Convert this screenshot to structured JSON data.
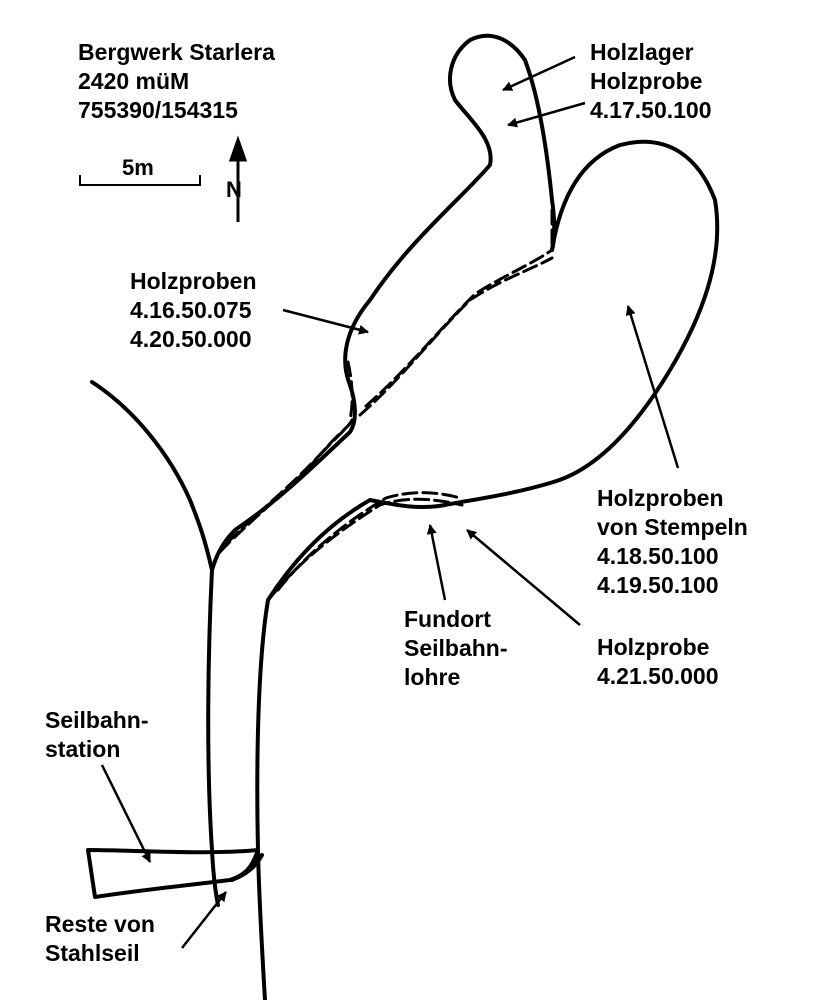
{
  "header": {
    "lines": [
      "Bergwerk Starlera",
      "2420 müM",
      "755390/154315"
    ]
  },
  "scale": {
    "label": "5m"
  },
  "north": {
    "label": "N"
  },
  "labels": {
    "holzlager": [
      "Holzlager",
      "Holzprobe",
      "4.17.50.100"
    ],
    "holzproben": [
      "Holzproben",
      "4.16.50.075",
      "4.20.50.000"
    ],
    "stempeln": [
      "Holzproben",
      "von Stempeln",
      "4.18.50.100",
      "4.19.50.100"
    ],
    "fundort": [
      "Fundort",
      "Seilbahn-",
      "lohre"
    ],
    "holzprobe": [
      "Holzprobe",
      "4.21.50.000"
    ],
    "seilbahnstation": [
      "Seilbahn-",
      "station"
    ],
    "reste": [
      "Reste von",
      "Stahlseil"
    ]
  },
  "colors": {
    "ink": "#000000",
    "paper": "#ffffff"
  }
}
